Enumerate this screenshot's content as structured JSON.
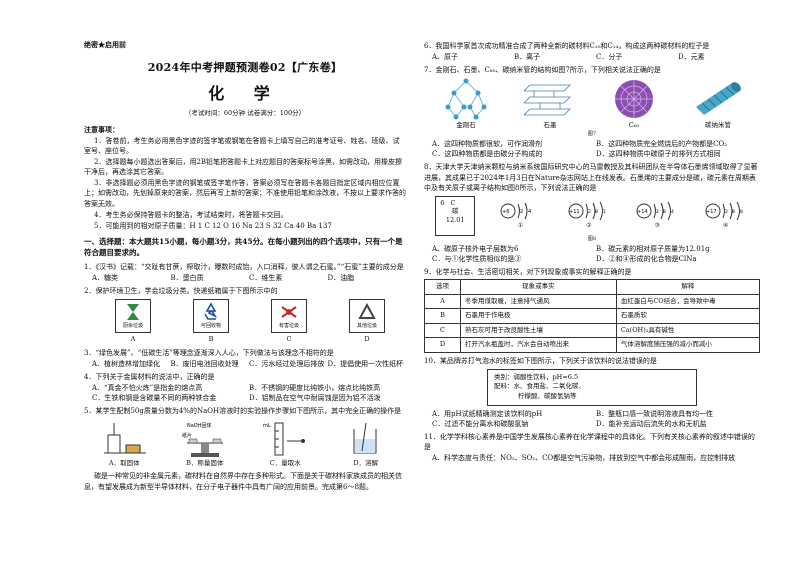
{
  "header": {
    "secret": "绝密★启用前",
    "title": "2024年中考押题预测卷02【广东卷】",
    "subject": "化 学",
    "exam_info": "（考试时间：60分钟  试卷满分：100分）"
  },
  "notes": {
    "title": "注意事项：",
    "items": [
      "1．答卷前，考生务必用黑色字迹的签字笔或钢笔在答题卡上填写自己的准考证号、姓名、班级、试室号、座位号。",
      "2．选择题每小题选出答案后，用2B铅笔把答题卡上对应题目的答案标号涂黑，如需改动，用橡皮擦干净后，再选涂其它答案。",
      "3．非选择题必须用黑色字迹的钢笔或签字笔作答，答案必须写在答题卡各题目指定区域内相应位置上；如需改动，先划掉原来的答案，然后再写上新的答案；不准使用铅笔和涂改液，不按以上要求作答的答案无效。",
      "4．考生务必保持答题卡的整洁，考试结束时，将答题卡交回。",
      "5．可能用到的相对原子质量：H  1   C  12   O  16   Na  23   S  32   Ca  40   Ba  137"
    ]
  },
  "section1": "一、选择题：本大题共15小题，每小题3分，共45分。在每小题列出的四个选项中，只有一个是符合题目要求的。",
  "q1": {
    "stem": "1．《汉书》记载：“交趾有甘蔗，榨取汁，曝数时成饴，入口消释，彼人谓之石蜜。”“石蜜”主要的成分是",
    "options": [
      "A．糖类",
      "B．蛋白质",
      "C．维生素",
      "D．油脂"
    ]
  },
  "q2": {
    "stem": "2．保护环境卫生，学会垃圾分类。快递纸箱属于下图所示中的",
    "signs": [
      {
        "caption": "厨余垃圾",
        "letter": "A"
      },
      {
        "caption": "可回收物",
        "letter": "B"
      },
      {
        "caption": "有害垃圾",
        "letter": "C"
      },
      {
        "caption": "其他垃圾",
        "letter": "D"
      }
    ]
  },
  "q3": {
    "stem": "3．“绿色发展”、“低碳生活”等理念逐渐深入人心，下列做法与该理念不相符的是",
    "options": [
      "A．植树造林增加绿化",
      "B．废旧电池回收处理",
      "C．污水经过处理后排放",
      "D．提倡使用一次性纸杯"
    ]
  },
  "q4": {
    "stem": "4．下列关于金属材料的说法中，正确的是",
    "options": [
      "A．“真金不怕火炼”是指金的熔点高",
      "B．不锈钢的硬度比纯铁小，熔点比纯铁高",
      "C．生铁和钢是含碳量不同的两种铁合金",
      "D．铝制品在空气中耐腐蚀是因为铝不活泼"
    ]
  },
  "q5": {
    "stem": "5．某学生配制50g质量分数为4%的NaOH溶液时的实验操作步骤如下图所示，其中完全正确的操作是",
    "labels": {
      "naoh": "NaOH固体",
      "paper": "纸片",
      "ml": "mL"
    },
    "labs": [
      "A．取固体",
      "B．称量固体",
      "C．量取水",
      "D．溶解"
    ]
  },
  "q6_intro": "碳是一种常见的非金属元素，碳材料在自然界中存在多种形式。下面是关于碳材料家族成员的相关信息，有望发展成为新型半导体材料，在分子电子器件中具有广阔的应用前景。完成第6～8题。",
  "q6": {
    "stem": "6．我国科学家首次成功精准合成了两种全新的碳材料C₁₀和C₁₄，构成这两种碳材料的粒子是",
    "options": [
      "A．原子",
      "B．离子",
      "C．分子",
      "D．元素"
    ]
  },
  "q7": {
    "stem": "7．金刚石、石墨、C₆₀、碳纳米管的结构如图7所示，下列相关说法正确的是",
    "materials": [
      "金刚石",
      "石墨",
      "C₆₀",
      "碳纳米管"
    ],
    "fig": "图7",
    "options": [
      "A．这四种物质都很软，可作润滑剂",
      "B．这四种物质完全燃烧后的产物都是CO₂",
      "C．这四种物质都是由碳分子构成的",
      "D．这四种物质中碳原子的排列方式相同"
    ]
  },
  "q8": {
    "stem": "8．天津大学天津纳米颗粒与纳米系统国际研究中心的马雷教授及其科研团队在半导体石墨烯领域取得了显著进展，其成果已于2024年1月3日在Nature杂志网站上在线发表。石墨烯的主要成分是碳，碳元素在周期表中及有关原子或离子结构如图8所示，下列说法正确的是",
    "cell": {
      "num": "6",
      "sym": "C",
      "name": "碳",
      "mass": "12.01"
    },
    "atoms": [
      "①",
      "②",
      "③",
      "④"
    ],
    "fig": "图8",
    "options": [
      "A．碳原子核外电子层数为6",
      "B．碳元素的相对原子质量为12.01g",
      "C．与①化学性质相似的是③",
      "D．②和④形成的化合物是ClNa"
    ]
  },
  "q9": {
    "stem": "9．化学与社会、生活密切相关，对下列现象或事实的解释正确的是",
    "headers": [
      "选项",
      "现象或事实",
      "解释"
    ],
    "rows": [
      [
        "A",
        "冬季用煤取暖，注意排气通风",
        "血红蛋白与CO结合，会导致中毒"
      ],
      [
        "B",
        "石墨用于作电极",
        "石墨质软"
      ],
      [
        "C",
        "熟石灰可用于改良酸性土壤",
        "Ca(OH)₂具有碱性"
      ],
      [
        "D",
        "打开汽水瓶盖时，汽水会自动喷出来",
        "气体溶解度随压强的减小而减小"
      ]
    ]
  },
  "q10": {
    "stem": "10．某品牌苏打气泡水的标签如下图所示，下列关于该饮料的说法错误的是",
    "label_lines": [
      "类别：弱酸性饮料，pH≈6.5",
      "配料：水、食用盐、二氧化碳、",
      "柠檬酸、碳酸氢钠等"
    ],
    "options": [
      "A．用pH试纸精确测定该饮料的pH",
      "B．整瓶口感一致说明溶液具有均一性",
      "C．过滤不能分离水和碳酸氢钠",
      "D．能补充运动后流失的水和无机盐"
    ]
  },
  "q11": {
    "stem": "11．化学学科核心素养是中国学生发展核心素养在化学课程中的具体化。下列有关核心素养的叙述中错误的是",
    "option_a": "A．科学态度与责任：NO₂、SO₂、CO都是空气污染物，排放到空气中都会形成酸雨，应控制排放"
  }
}
